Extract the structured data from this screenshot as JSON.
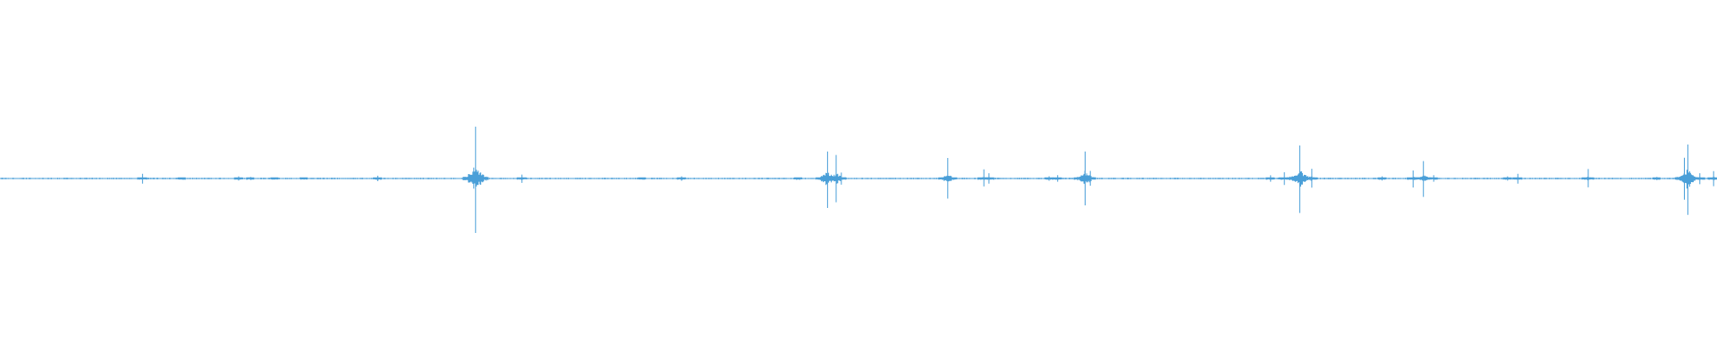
{
  "waveform": {
    "color": "#4a9fd8",
    "background": "#ffffff",
    "amplitude_range": [
      -1,
      1
    ],
    "baseline_amplitude": 0.004,
    "noise_bursts": [
      {
        "position": 0.083,
        "amplitude": 0.09
      },
      {
        "position": 0.106,
        "amplitude": 0.02
      },
      {
        "position": 0.139,
        "amplitude": 0.04
      },
      {
        "position": 0.146,
        "amplitude": 0.03
      },
      {
        "position": 0.16,
        "amplitude": 0.02
      },
      {
        "position": 0.177,
        "amplitude": 0.02
      },
      {
        "position": 0.22,
        "amplitude": 0.05
      },
      {
        "position": 0.277,
        "amplitude": 1.0
      },
      {
        "position": 0.28,
        "amplitude": 0.12
      },
      {
        "position": 0.304,
        "amplitude": 0.08
      },
      {
        "position": 0.374,
        "amplitude": 0.02
      },
      {
        "position": 0.397,
        "amplitude": 0.04
      },
      {
        "position": 0.465,
        "amplitude": 0.02
      },
      {
        "position": 0.482,
        "amplitude": 0.55
      },
      {
        "position": 0.487,
        "amplitude": 0.45
      },
      {
        "position": 0.49,
        "amplitude": 0.12
      },
      {
        "position": 0.552,
        "amplitude": 0.38
      },
      {
        "position": 0.573,
        "amplitude": 0.16
      },
      {
        "position": 0.576,
        "amplitude": 0.1
      },
      {
        "position": 0.611,
        "amplitude": 0.04
      },
      {
        "position": 0.616,
        "amplitude": 0.06
      },
      {
        "position": 0.632,
        "amplitude": 0.52
      },
      {
        "position": 0.635,
        "amplitude": 0.14
      },
      {
        "position": 0.74,
        "amplitude": 0.06
      },
      {
        "position": 0.748,
        "amplitude": 0.12
      },
      {
        "position": 0.757,
        "amplitude": 0.68
      },
      {
        "position": 0.764,
        "amplitude": 0.18
      },
      {
        "position": 0.805,
        "amplitude": 0.04
      },
      {
        "position": 0.823,
        "amplitude": 0.16
      },
      {
        "position": 0.829,
        "amplitude": 0.34
      },
      {
        "position": 0.835,
        "amplitude": 0.06
      },
      {
        "position": 0.878,
        "amplitude": 0.04
      },
      {
        "position": 0.884,
        "amplitude": 0.09
      },
      {
        "position": 0.925,
        "amplitude": 0.18
      },
      {
        "position": 0.965,
        "amplitude": 0.03
      },
      {
        "position": 0.981,
        "amplitude": 0.4
      },
      {
        "position": 0.983,
        "amplitude": 0.66
      },
      {
        "position": 0.99,
        "amplitude": 0.1
      },
      {
        "position": 0.998,
        "amplitude": 0.14
      }
    ]
  }
}
